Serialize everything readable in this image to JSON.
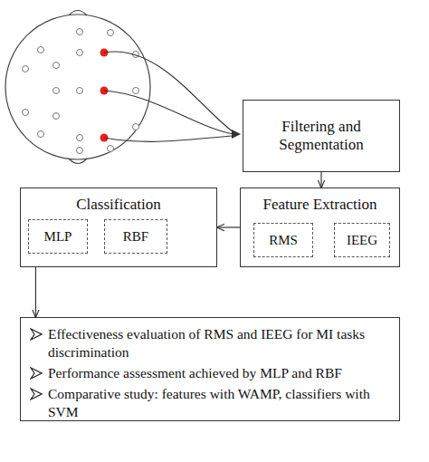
{
  "diagram": {
    "nodes": [
      {
        "text": [
          "Filtering and Segmentation"
        ]
      },
      {
        "text": [
          "Classification"
        ]
      },
      {
        "text": [
          "MLP"
        ],
        "in": 1
      },
      {
        "text": [
          "RBF"
        ],
        "in": 1
      },
      {
        "text": [
          "Feature Extraction"
        ]
      },
      {
        "text": [
          "RMS"
        ],
        "in": 4
      },
      {
        "text": [
          "IEEG"
        ],
        "in": 4
      },
      {
        "text": [
          "Effectiveness evaluation of RMS and IEEG for MI tasks discrimination",
          "Performance assessment achieved by MLP and RBF",
          "Comparative study: features with WAMP, classifiers with SVM"
        ]
      }
    ],
    "edges": [
      {
        "from": 0,
        "to": 4,
        "arrow": "to"
      },
      {
        "from": 4,
        "to": 1,
        "arrow": "to"
      },
      {
        "from": 1,
        "to": 7,
        "arrow": "to"
      }
    ]
  }
}
